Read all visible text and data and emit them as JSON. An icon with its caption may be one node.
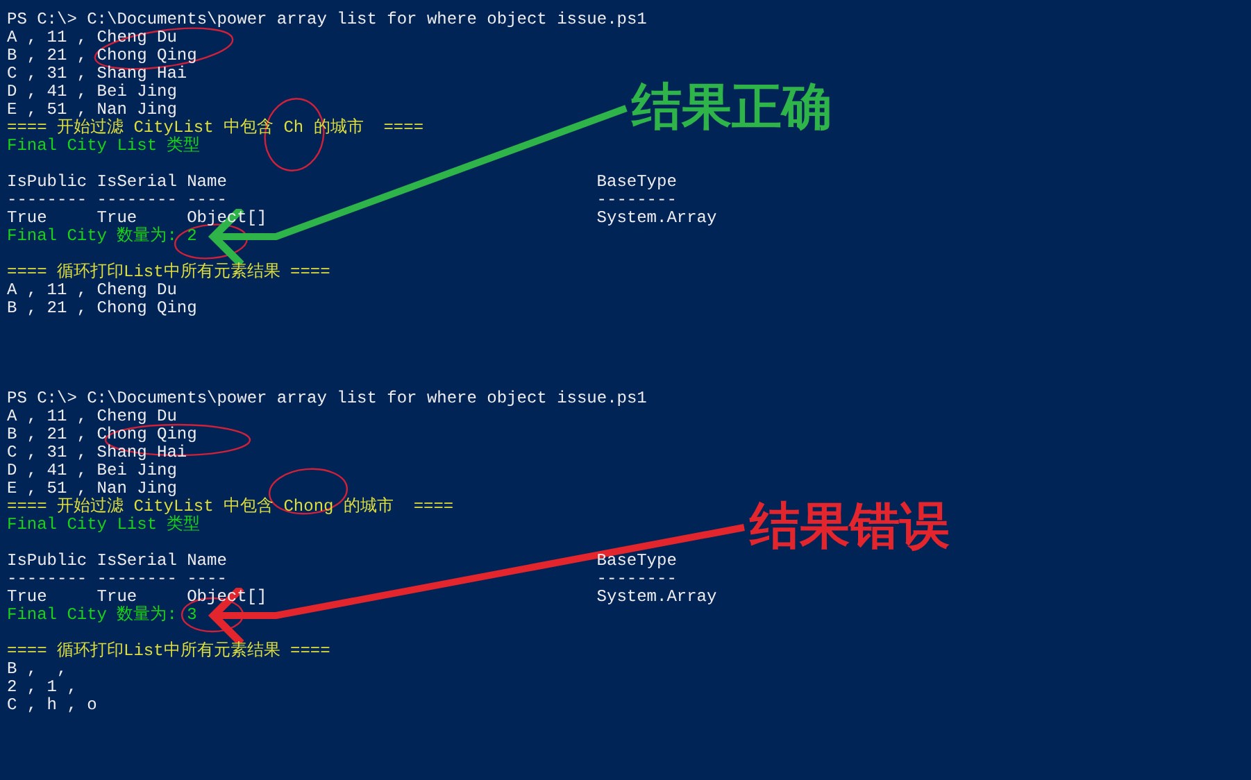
{
  "diagram": {
    "nodes": [
      {
        "text": [
          "结果正确"
        ]
      },
      {
        "text": [
          "Final City 数量为: 2"
        ]
      },
      {
        "text": [
          "结果错误"
        ]
      },
      {
        "text": [
          "Final City 数量为: 3"
        ]
      }
    ],
    "edges": [
      {
        "from": 0,
        "to": 1,
        "arrow": "to",
        "color": "#2fb44a"
      },
      {
        "from": 2,
        "to": 3,
        "arrow": "to",
        "color": "#e3262d"
      }
    ],
    "labels": [
      "PS C:\\> C:\\Documents\\power array list for where object issue.ps1",
      "A , 11 , Cheng Du",
      "B , 21 , Chong Qing",
      "C , 31 , Shang Hai",
      "D , 41 , Bei Jing",
      "E , 51 , Nan Jing",
      "==== 开始过滤 CityList 中包含 Ch 的城市  ====",
      "Final City List 类型",
      "IsPublic",
      "IsSerial",
      "Name",
      "BaseType",
      "--------",
      "--------",
      "----",
      "--------",
      "True",
      "True",
      "Object[]",
      "System.Array",
      "==== 循环打印List中所有元素结果 ====",
      "A , 11 , Cheng Du",
      "B , 21 , Chong Qing",
      "PS C:\\> C:\\Documents\\power array list for where object issue.ps1",
      "A , 11 , Cheng Du",
      "B , 21 , Chong Qing",
      "C , 31 , Shang Hai",
      "D , 41 , Bei Jing",
      "E , 51 , Nan Jing",
      "==== 开始过滤 CityList 中包含 Chong 的城市  ====",
      "Final City List 类型",
      "IsPublic",
      "IsSerial",
      "Name",
      "BaseType",
      "--------",
      "--------",
      "----",
      "--------",
      "True",
      "True",
      "Object[]",
      "System.Array",
      "==== 循环打印List中所有元素结果 ====",
      "B ,  ,",
      "2 , 1 ,",
      "C , h , o"
    ]
  }
}
